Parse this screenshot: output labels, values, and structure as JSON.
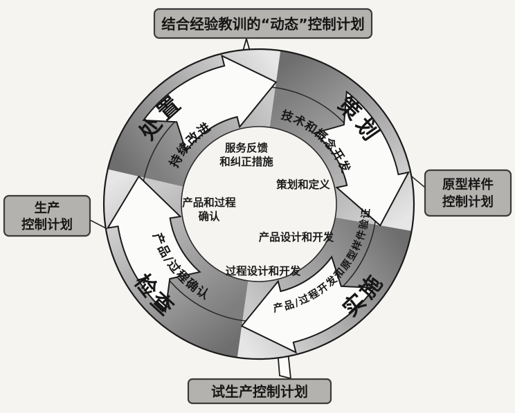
{
  "figure_title": "APQP dynamic control plan PDCA cycle",
  "boxes": {
    "top": {
      "label": "结合经验教训的“动态”控制计划"
    },
    "right": {
      "line1": "原型样件",
      "line2": "控制计划"
    },
    "bottom": {
      "label": "试生产控制计划"
    },
    "left": {
      "line1": "生产",
      "line2": "控制计划"
    }
  },
  "cycle": {
    "quadrants": {
      "plan": "策划",
      "do": "实施",
      "check": "检查",
      "act": "处置"
    },
    "inner_ring": {
      "ne": "技术和概念开发",
      "se": "产品/过程开发和原型样件验证",
      "sw": "产品/过程确认",
      "nw": "持续改进"
    },
    "center_items": {
      "feedback_line1": "服务反馈",
      "feedback_line2": "和纠正措施",
      "plan_define": "策划和定义",
      "validation_line1": "产品和过程",
      "validation_line2": "确认",
      "product_design": "产品设计和开发",
      "process_design": "过程设计和开发"
    }
  },
  "colors": {
    "page_bg": "#f5f4f0",
    "box_fill": "#b4b2ae",
    "box_border": "#3b3b3b",
    "ring_outer_dark": "#6e6e6e",
    "ring_outer_light": "#e6e6e6",
    "ring_inner_dark": "#7e7e7e",
    "ring_inner_light": "#c9c9c9",
    "arrow_fill": "#fbfbfa",
    "outline": "#1a1a1a",
    "text": "#161616"
  }
}
